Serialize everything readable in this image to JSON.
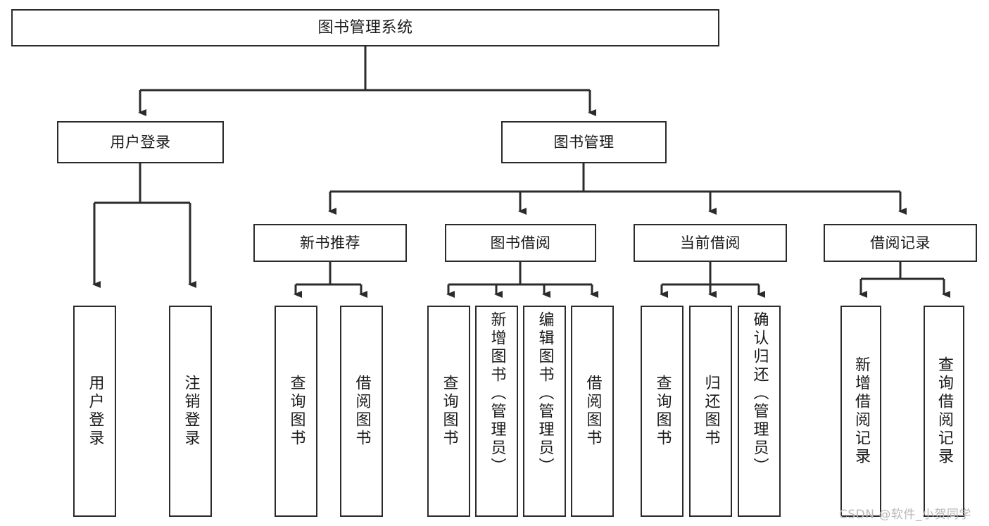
{
  "diagram": {
    "type": "tree",
    "title": "图书管理系统",
    "root": {
      "label": "图书管理系统"
    },
    "level2": [
      {
        "id": "user-login",
        "label": "用户登录"
      },
      {
        "id": "book-manage",
        "label": "图书管理"
      }
    ],
    "level3": [
      {
        "id": "new-book-recommend",
        "label": "新书推荐",
        "parent": "book-manage"
      },
      {
        "id": "book-borrow",
        "label": "图书借阅",
        "parent": "book-manage"
      },
      {
        "id": "current-borrow",
        "label": "当前借阅",
        "parent": "book-manage"
      },
      {
        "id": "borrow-record",
        "label": "借阅记录",
        "parent": "book-manage"
      }
    ],
    "leaves": [
      {
        "id": "leaf-user-login",
        "label": "用户登录",
        "parent": "user-login"
      },
      {
        "id": "leaf-logout",
        "label": "注销登录",
        "parent": "user-login"
      },
      {
        "id": "leaf-query-book-1",
        "label": "查询图书",
        "parent": "new-book-recommend"
      },
      {
        "id": "leaf-borrow-book-1",
        "label": "借阅图书",
        "parent": "new-book-recommend"
      },
      {
        "id": "leaf-query-book-2",
        "label": "查询图书",
        "parent": "book-borrow"
      },
      {
        "id": "leaf-add-book",
        "label": "新增图书（管理员）",
        "parent": "book-borrow"
      },
      {
        "id": "leaf-edit-book",
        "label": "编辑图书（管理员）",
        "parent": "book-borrow"
      },
      {
        "id": "leaf-borrow-book-2",
        "label": "借阅图书",
        "parent": "book-borrow"
      },
      {
        "id": "leaf-query-book-3",
        "label": "查询图书",
        "parent": "current-borrow"
      },
      {
        "id": "leaf-return-book",
        "label": "归还图书",
        "parent": "current-borrow"
      },
      {
        "id": "leaf-confirm-return",
        "label": "确认归还（管理员）",
        "parent": "current-borrow"
      },
      {
        "id": "leaf-add-record",
        "label": "新增借阅记录",
        "parent": "borrow-record"
      },
      {
        "id": "leaf-query-record",
        "label": "查询借阅记录",
        "parent": "borrow-record"
      }
    ],
    "colors": {
      "stroke": "#2b2b2b",
      "background": "#ffffff",
      "text": "#1a1a1a",
      "watermark": "#b9b9b9"
    }
  },
  "watermark": {
    "text": "CSDN @软件_小贺同学"
  }
}
